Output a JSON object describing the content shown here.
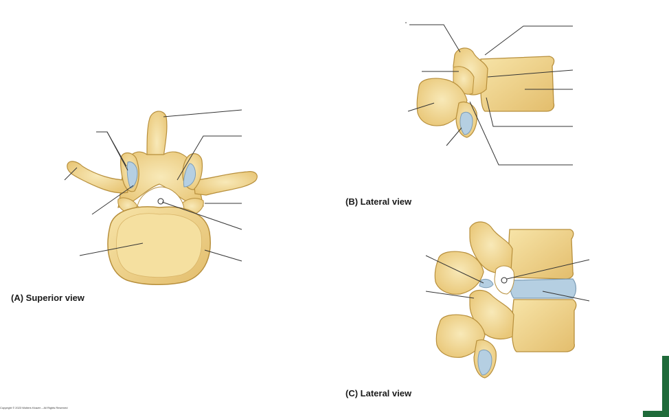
{
  "captions": {
    "superior": "(A) Superior view",
    "lateral_b": "(B) Lateral view",
    "lateral_c": "(C) Lateral view"
  },
  "footer": {
    "copyright": "Copyright © 2023 Wolters Kluwer – All Rights Reserved"
  },
  "colors": {
    "bone_fill": "#f3dd9a",
    "bone_outline": "#b78f3c",
    "cartilage": "#b5cfe2",
    "leader_line": "#333333",
    "brand_green": "#1f6b3a"
  }
}
